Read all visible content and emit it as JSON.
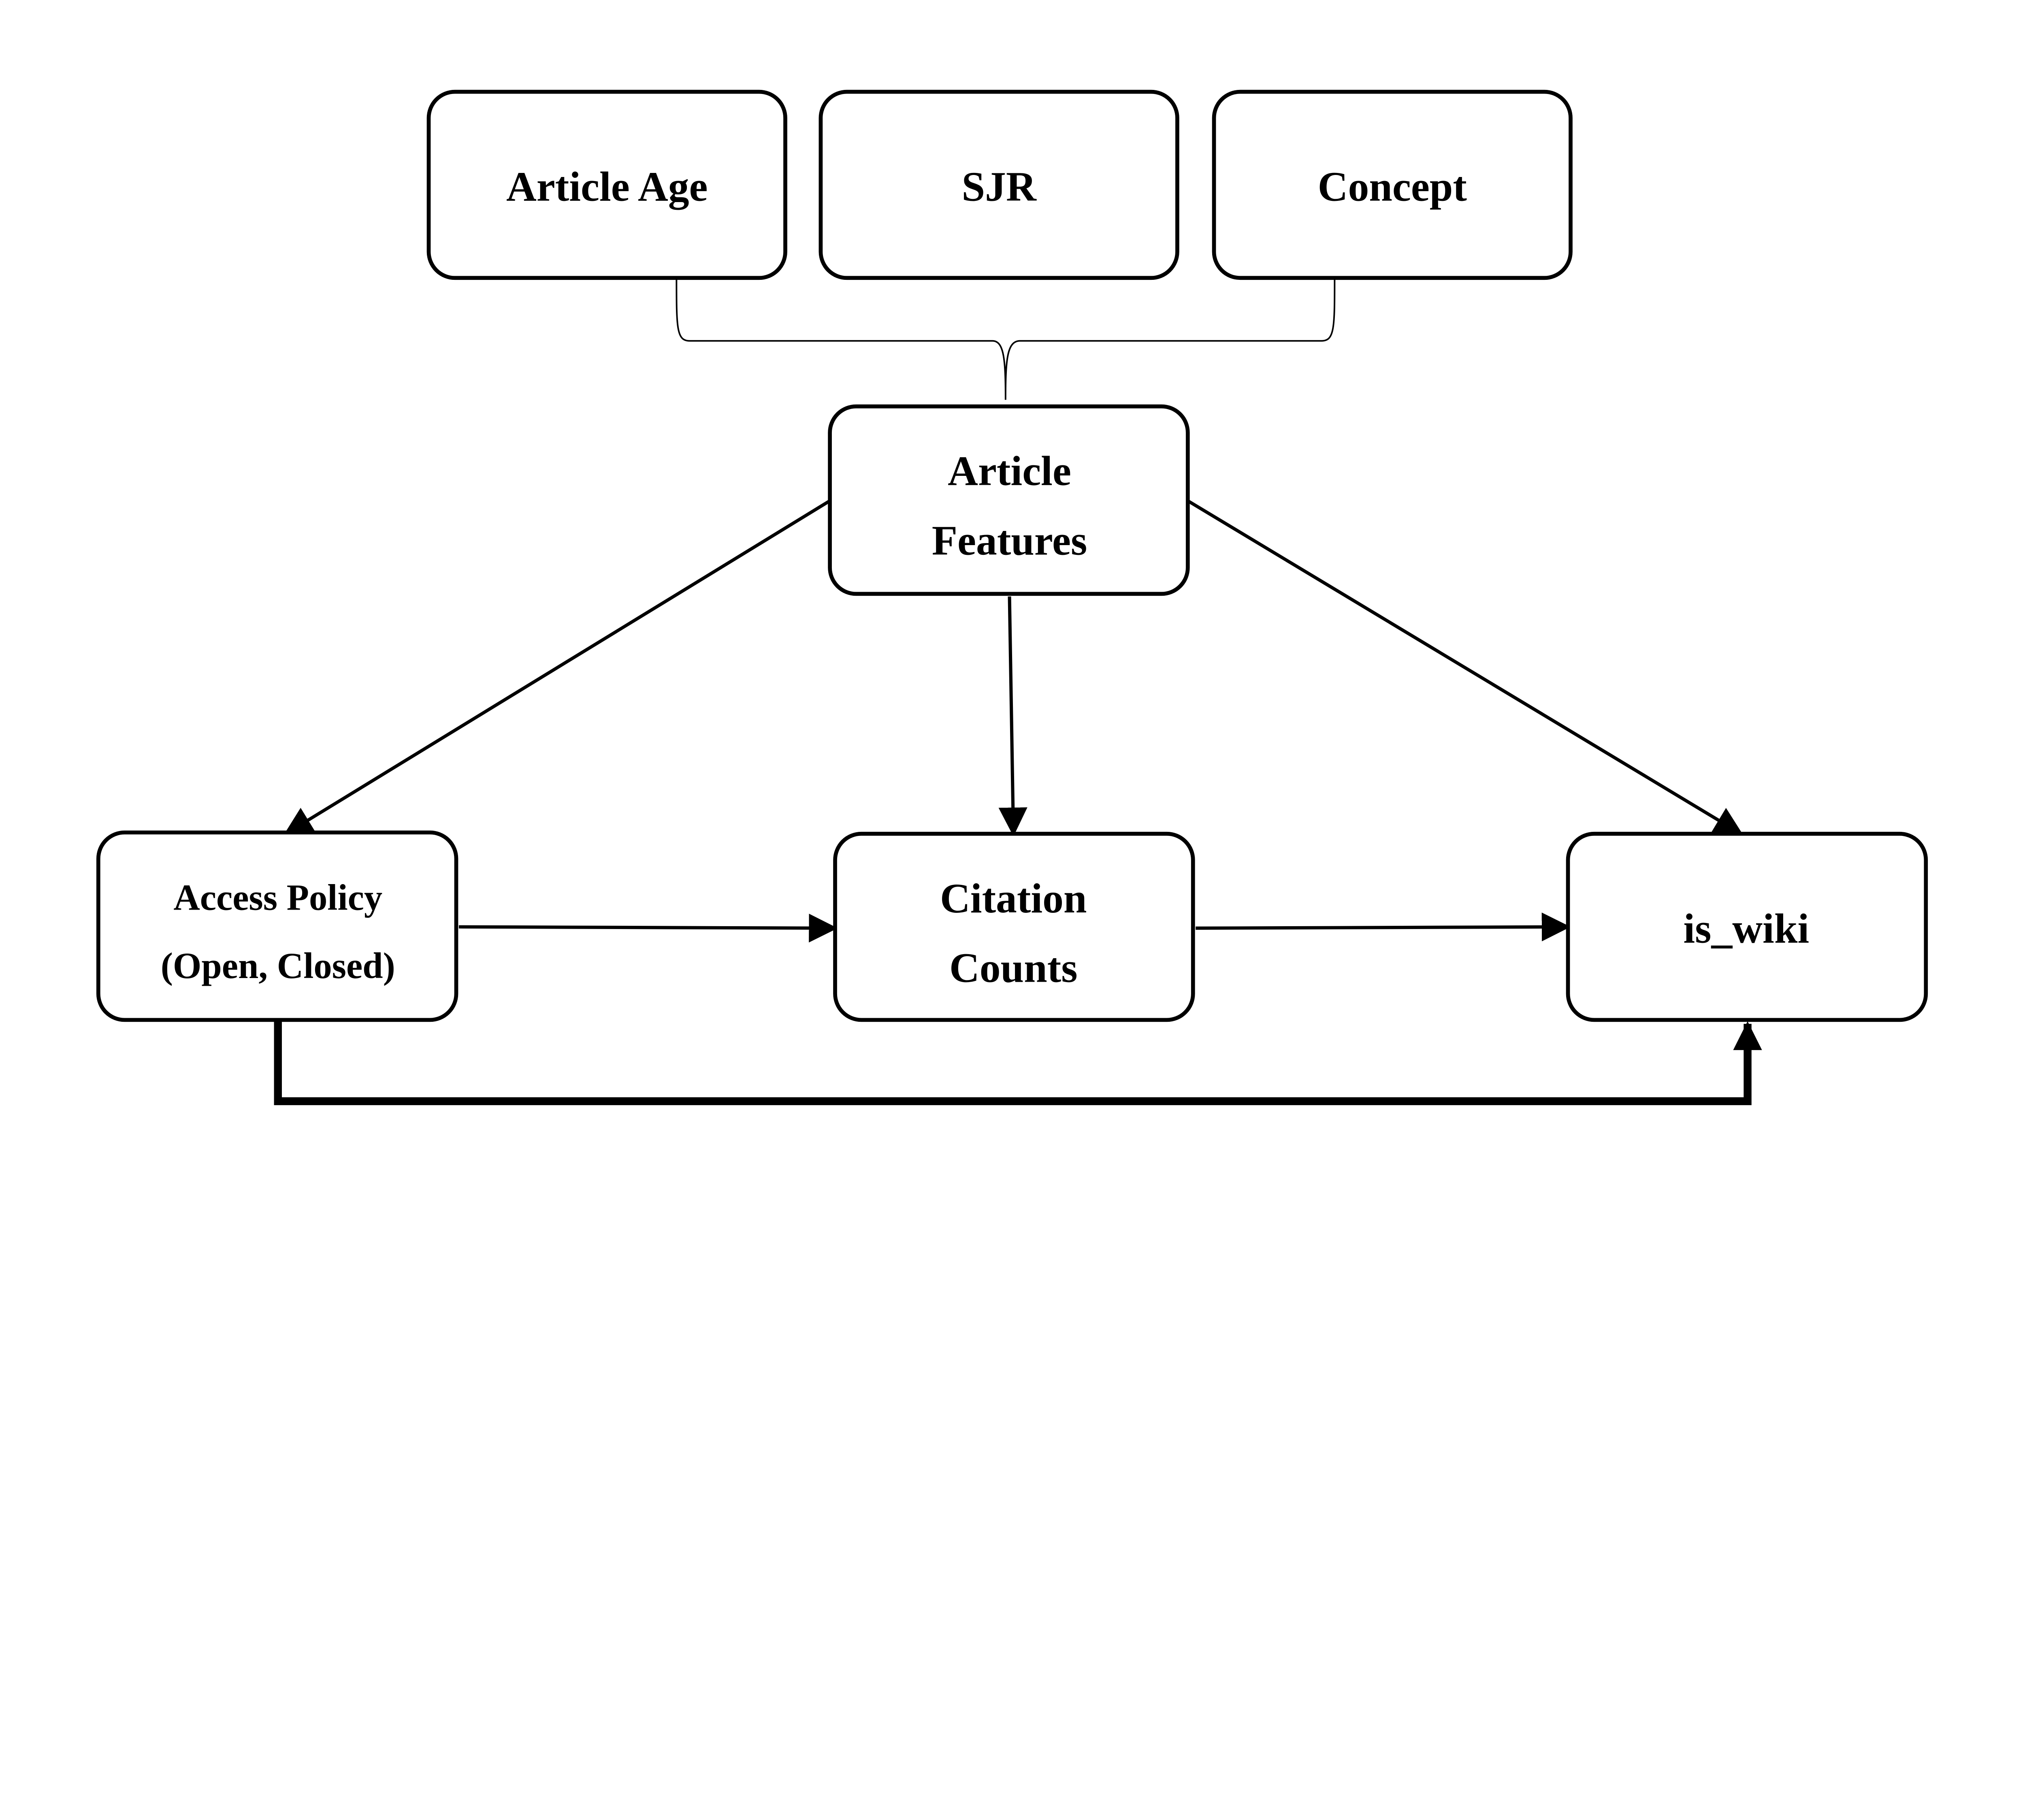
{
  "nodes": {
    "article_age": "Article Age",
    "sjr": "SJR",
    "concept": "Concept",
    "article_features": [
      "Article",
      "Features"
    ],
    "access_policy": [
      "Access Policy",
      "(Open, Closed)"
    ],
    "citation_counts": [
      "Citation",
      "Counts"
    ],
    "is_wiki": "is_wiki"
  },
  "edges": [
    {
      "from": "Article Age, SJR, Concept",
      "to": "Article Features",
      "style": "brace"
    },
    {
      "from": "Article Features",
      "to": "Access Policy (Open, Closed)"
    },
    {
      "from": "Article Features",
      "to": "Citation Counts"
    },
    {
      "from": "Article Features",
      "to": "is_wiki"
    },
    {
      "from": "Access Policy (Open, Closed)",
      "to": "Citation Counts"
    },
    {
      "from": "Citation Counts",
      "to": "is_wiki"
    },
    {
      "from": "Access Policy (Open, Closed)",
      "to": "is_wiki",
      "style": "thick"
    }
  ],
  "colors": {
    "stroke": "#000000",
    "background": "#ffffff"
  }
}
